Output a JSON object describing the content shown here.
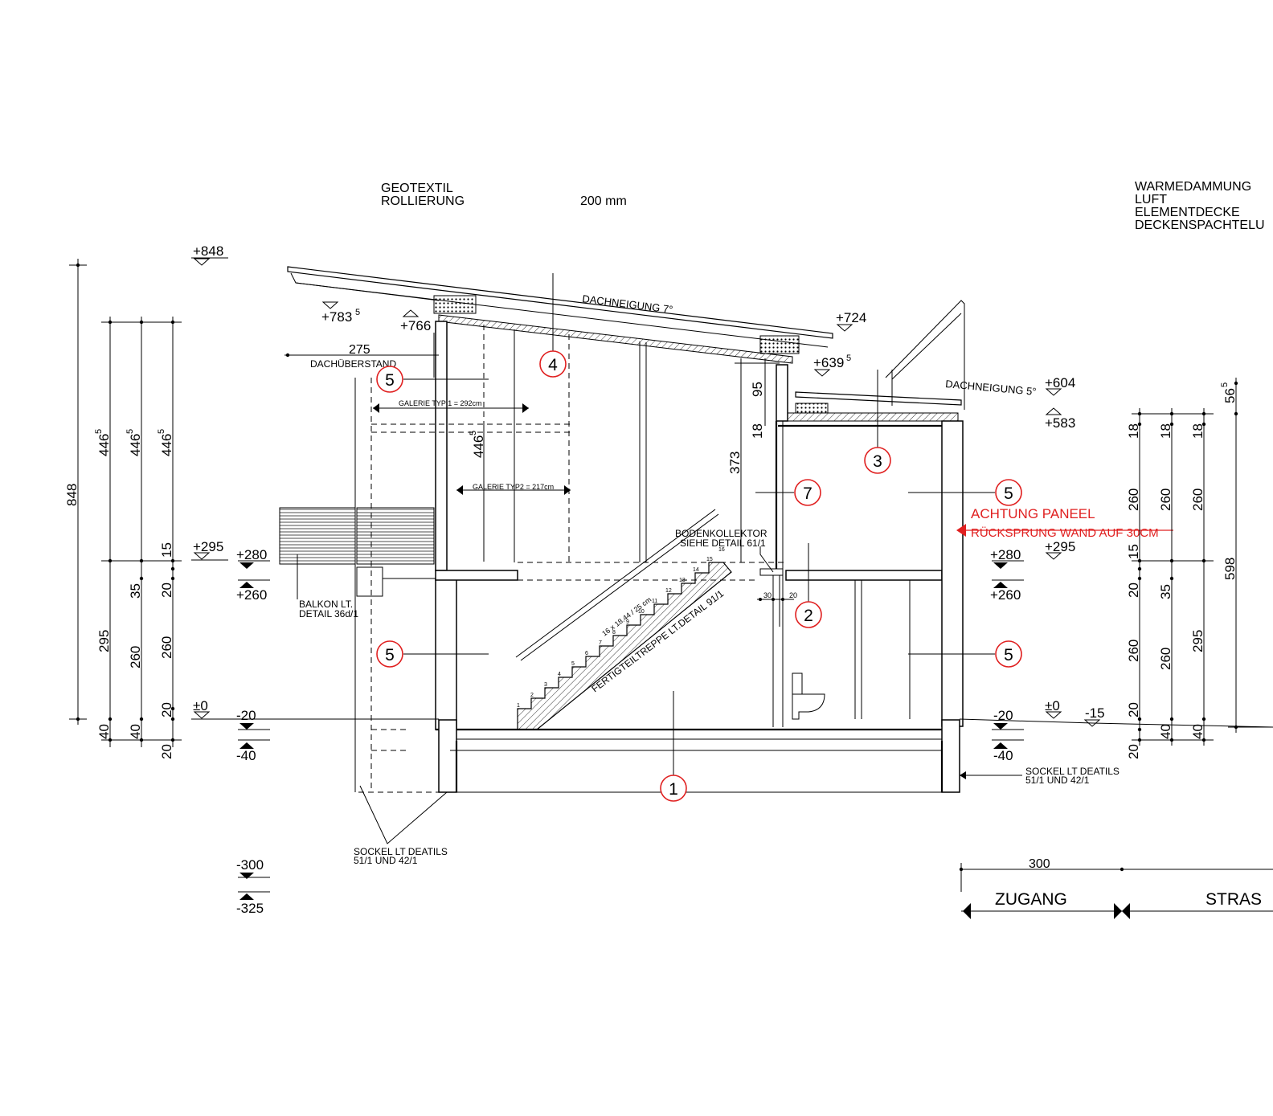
{
  "notes": {
    "geotextil": "GEOTEXTIL",
    "rollierung": "ROLLIERUNG",
    "mm200": "200 mm",
    "waerme": "WARMEDAMMUNG",
    "luft": "LUFT",
    "elementdecke": "ELEMENTDECKE",
    "deckenspachtel": "DECKENSPACHTELU",
    "dachneigung7": "DACHNEIGUNG 7°",
    "dachneigung5": "DACHNEIGUNG 5°",
    "dachueberstand_val": "275",
    "dachueberstand": "DACHÜBERSTAND",
    "galerie1": "GALERIE TYP 1 = 292cm",
    "galerie2": "GALERIE TYP2 = 217cm",
    "bodenkollektor1": "BODENKOLLEKTOR",
    "bodenkollektor2": "SIEHE DETAIL 61/1",
    "balkon1": "BALKON LT.",
    "balkon2": "DETAIL 36d/1",
    "treppe": "FERTIGTEILTREPPE LT.DETAIL 91/1",
    "stufen": "16 x 18.44 / 25 cm",
    "sockel_left1": "SOCKEL LT DEATILS",
    "sockel_left2": "51/1 UND 42/1",
    "sockel_right1": "SOCKEL LT DEATILS",
    "sockel_right2": "51/1 UND 42/1",
    "achtung1": "ACHTUNG PANEEL",
    "achtung2": "RÜCKSPRUNG WAND AUF 30CM",
    "zugang": "ZUGANG",
    "strasse": "STRAS",
    "dim300": "300",
    "dim30": "30",
    "dim20": "20"
  },
  "levels": {
    "p848": "+848",
    "p783": "+783",
    "p783s": "5",
    "p766": "+766",
    "p724": "+724",
    "p639": "+639",
    "p639s": "5",
    "p604": "+604",
    "p583": "+583",
    "p295l": "+295",
    "p280l": "+280",
    "p260l": "+260",
    "p0l": "±0",
    "m20l": "-20",
    "m40l": "-40",
    "m300": "-300",
    "m325": "-325",
    "p280r": "+280",
    "p260r": "+260",
    "p295r": "+295",
    "m20r": "-20",
    "m40r": "-40",
    "p0r": "±0",
    "m15": "-15"
  },
  "dims_left": {
    "c1": [
      "848"
    ],
    "c2": [
      "446",
      "295",
      "40"
    ],
    "c3": [
      "446",
      "35",
      "260",
      "40"
    ],
    "c4": [
      "446",
      "15",
      "20",
      "260",
      "20",
      "20"
    ],
    "sup5": "5"
  },
  "dims_inner": {
    "d446": "446",
    "d446s": "5",
    "d373": "373",
    "d95": "95",
    "d18": "18"
  },
  "dims_right": {
    "c1": [
      "18",
      "260",
      "15",
      "20",
      "260",
      "20",
      "20"
    ],
    "c2": [
      "18",
      "260",
      "35",
      "260",
      "40"
    ],
    "c3": [
      "18",
      "260",
      "295",
      "40"
    ],
    "c4": [
      "56",
      "598"
    ],
    "sup5": "5"
  },
  "rooms": [
    "1",
    "2",
    "3",
    "4",
    "5",
    "5",
    "5",
    "5",
    "7"
  ],
  "stair_numbers": [
    "1",
    "2",
    "3",
    "4",
    "5",
    "6",
    "7",
    "8",
    "9",
    "10",
    "11",
    "12",
    "13",
    "14",
    "15",
    "16"
  ],
  "colors": {
    "accent": "#e02020",
    "line": "#000000"
  }
}
